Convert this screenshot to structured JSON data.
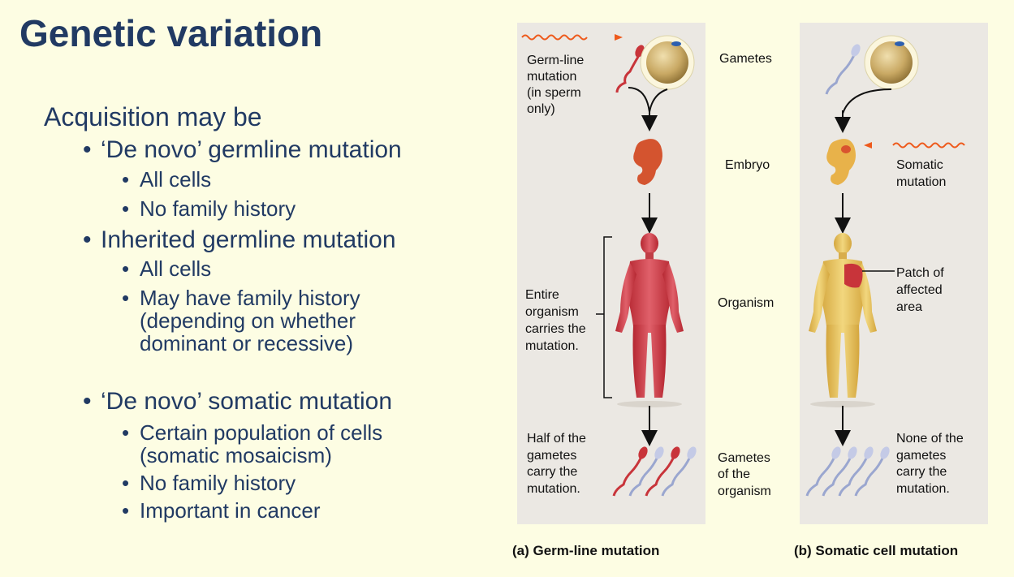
{
  "title": "Genetic variation",
  "bullets": {
    "intro": "Acquisition may be",
    "b1": "‘De novo’ germline mutation",
    "b1a": "All cells",
    "b1b": "No family history",
    "b2": "Inherited germline mutation",
    "b2a": "All cells",
    "b2b_1": "May have family history",
    "b2b_2": "(depending on whether",
    "b2b_3": "dominant or recessive)",
    "b3": "‘De novo’ somatic mutation",
    "b3a_1": "Certain population of cells",
    "b3a_2": "(somatic mosaicism)",
    "b3b": "No family history",
    "b3c": "Important in cancer"
  },
  "figure": {
    "left_top_1": "Germ-line",
    "left_top_2": "mutation",
    "left_top_3": "(in sperm",
    "left_top_4": "only)",
    "stage_gametes": "Gametes",
    "stage_embryo": "Embryo",
    "stage_organism": "Organism",
    "stage_gametes_org_1": "Gametes",
    "stage_gametes_org_2": "of the",
    "stage_gametes_org_3": "organism",
    "left_mid_1": "Entire",
    "left_mid_2": "organism",
    "left_mid_3": "carries the",
    "left_mid_4": "mutation.",
    "left_bot_1": "Half of the",
    "left_bot_2": "gametes",
    "left_bot_3": "carry the",
    "left_bot_4": "mutation.",
    "right_somatic_1": "Somatic",
    "right_somatic_2": "mutation",
    "right_patch_1": "Patch of",
    "right_patch_2": "affected",
    "right_patch_3": "area",
    "right_bot_1": "None of the",
    "right_bot_2": "gametes",
    "right_bot_3": "carry the",
    "right_bot_4": "mutation.",
    "caption_a": "(a) Germ-line mutation",
    "caption_b": "(b) Somatic cell mutation"
  },
  "colors": {
    "background": "#fdfde3",
    "title": "#213a63",
    "panel": "#ebe8e3",
    "mutant_red": "#c8343a",
    "normal_yellow": "#e8c45a",
    "wavy_orange": "#ee5a1c"
  }
}
